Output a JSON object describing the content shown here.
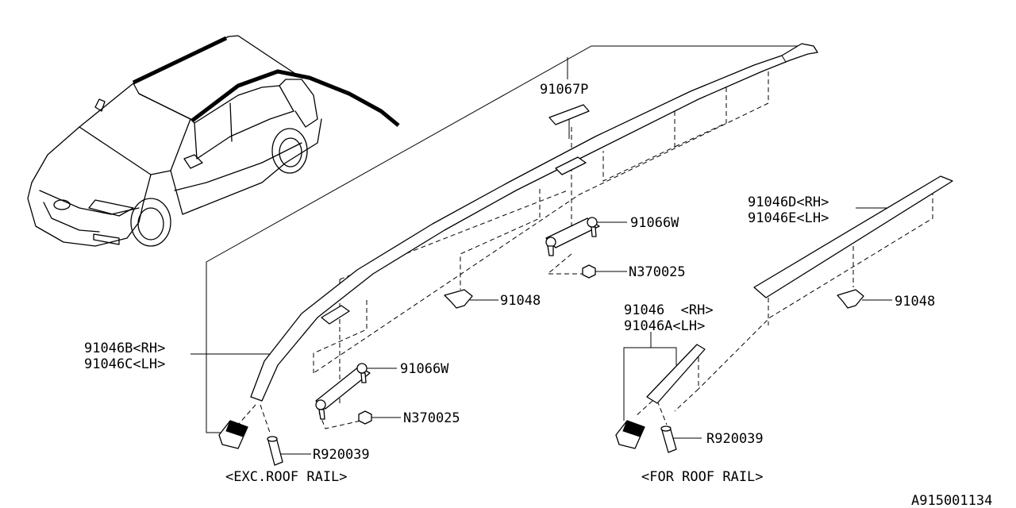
{
  "labels": {
    "p91067P": "91067P",
    "p91066W_upper": "91066W",
    "pN370025_upper": "N370025",
    "p91048_center": "91048",
    "p91046B": "91046B<RH>",
    "p91046C": "91046C<LH>",
    "p91066W_lower": "91066W",
    "pN370025_lower": "N370025",
    "pR920039_left": "R920039",
    "p91046D": "91046D<RH>",
    "p91046E": "91046E<LH>",
    "p91048_right": "91048",
    "p91046": "91046  <RH>",
    "p91046A": "91046A<LH>",
    "pR920039_right": "R920039"
  },
  "captions": {
    "exc_roof_rail": "<EXC.ROOF RAIL>",
    "for_roof_rail": "<FOR ROOF RAIL>"
  },
  "diagram_id": "A915001134"
}
